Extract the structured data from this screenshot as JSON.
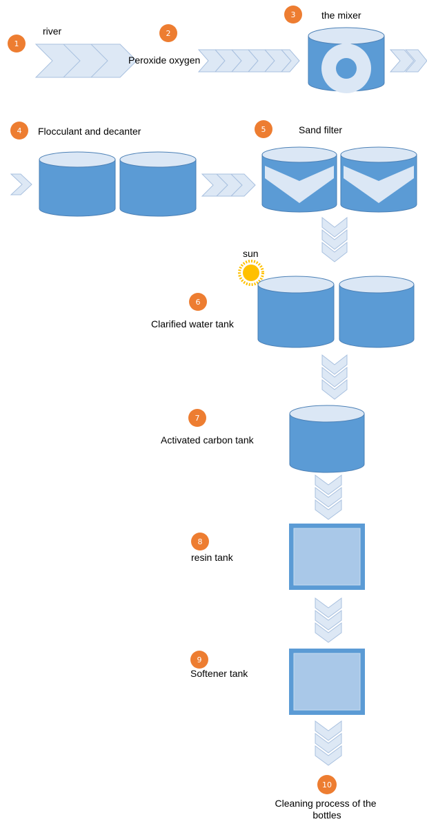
{
  "colors": {
    "tank_fill": "#5b9bd5",
    "tank_top": "#dbe7f5",
    "tank_stroke": "#4a7fb5",
    "chevron_fill": "#dde8f5",
    "chevron_stroke": "#a8c0df",
    "badge": "#ed7d31",
    "sun": "#ffc000",
    "resin_outer": "#5b9bd5",
    "resin_inner": "#a9c8e8"
  },
  "steps": [
    {
      "number": "1",
      "label": "river"
    },
    {
      "number": "2",
      "label": "Peroxide oxygen"
    },
    {
      "number": "3",
      "label": "the mixer"
    },
    {
      "number": "4",
      "label": "Flocculant and decanter"
    },
    {
      "number": "5",
      "label": "Sand filter"
    },
    {
      "number": "6",
      "label": "Clarified water tank"
    },
    {
      "number": "7",
      "label": "Activated carbon tank"
    },
    {
      "number": "8",
      "label": "resin tank"
    },
    {
      "number": "9",
      "label": "Softener tank"
    },
    {
      "number": "10",
      "label": "Cleaning process of the bottles"
    }
  ],
  "extra_labels": {
    "sun": "sun"
  },
  "icons": {
    "chevron": "chevron-arrow-icon",
    "tank": "cylinder-tank-icon",
    "sun": "sun-icon",
    "mixer": "mixer-icon",
    "square_tank": "square-tank-icon"
  }
}
